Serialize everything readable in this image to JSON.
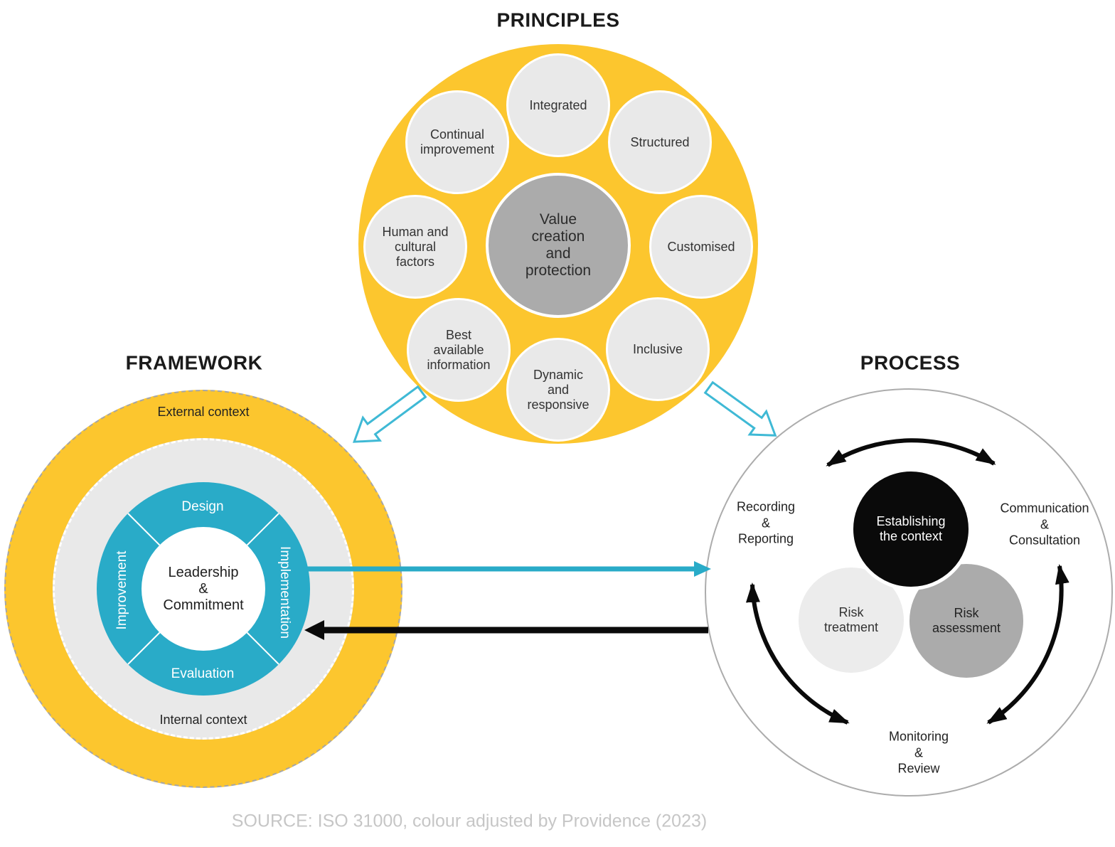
{
  "titles": {
    "principles": "PRINCIPLES",
    "framework": "FRAMEWORK",
    "process": "PROCESS"
  },
  "source_note": "SOURCE: ISO 31000, colour adjusted by Providence (2023)",
  "colors": {
    "yellow": "#FCC62E",
    "teal": "#29ABC8",
    "light_gray": "#E9E9E9",
    "mid_gray": "#ABABAB",
    "black": "#0A0A0A",
    "hollow_arrow_outline": "#3FB9D5",
    "process_circle_border": "#ACACAC",
    "dashed_border": "#A6A6A6",
    "source_text": "#C6C6C6"
  },
  "principles": {
    "center_lines": [
      "Value",
      "creation",
      "and",
      "protection"
    ],
    "satellites": [
      {
        "name": "integrated",
        "lines": [
          "Integrated"
        ]
      },
      {
        "name": "continual-improvement",
        "lines": [
          "Continual",
          "improvement"
        ]
      },
      {
        "name": "structured",
        "lines": [
          "Structured"
        ]
      },
      {
        "name": "human-and-cultural-factors",
        "lines": [
          "Human and",
          "cultural",
          "factors"
        ]
      },
      {
        "name": "customised",
        "lines": [
          "Customised"
        ]
      },
      {
        "name": "best-available-information",
        "lines": [
          "Best",
          "available",
          "information"
        ]
      },
      {
        "name": "inclusive",
        "lines": [
          "Inclusive"
        ]
      },
      {
        "name": "dynamic-and-responsive",
        "lines": [
          "Dynamic",
          "and",
          "responsive"
        ]
      }
    ]
  },
  "framework": {
    "external_label": "External context",
    "internal_label": "Internal context",
    "segments": {
      "top": "Design",
      "right": "Implementation",
      "bottom": "Evaluation",
      "left": "Improvement"
    },
    "center_lines": [
      "Leadership",
      "&",
      "Commitment"
    ]
  },
  "process": {
    "establishing_lines": [
      "Establishing",
      "the context"
    ],
    "risk_treatment_lines": [
      "Risk",
      "treatment"
    ],
    "risk_assessment_lines": [
      "Risk",
      "assessment"
    ],
    "recording_lines": [
      "Recording",
      "&",
      "Reporting"
    ],
    "communication_lines": [
      "Communication",
      "&",
      "Consultation"
    ],
    "monitoring_lines": [
      "Monitoring",
      "&",
      "Review"
    ]
  }
}
